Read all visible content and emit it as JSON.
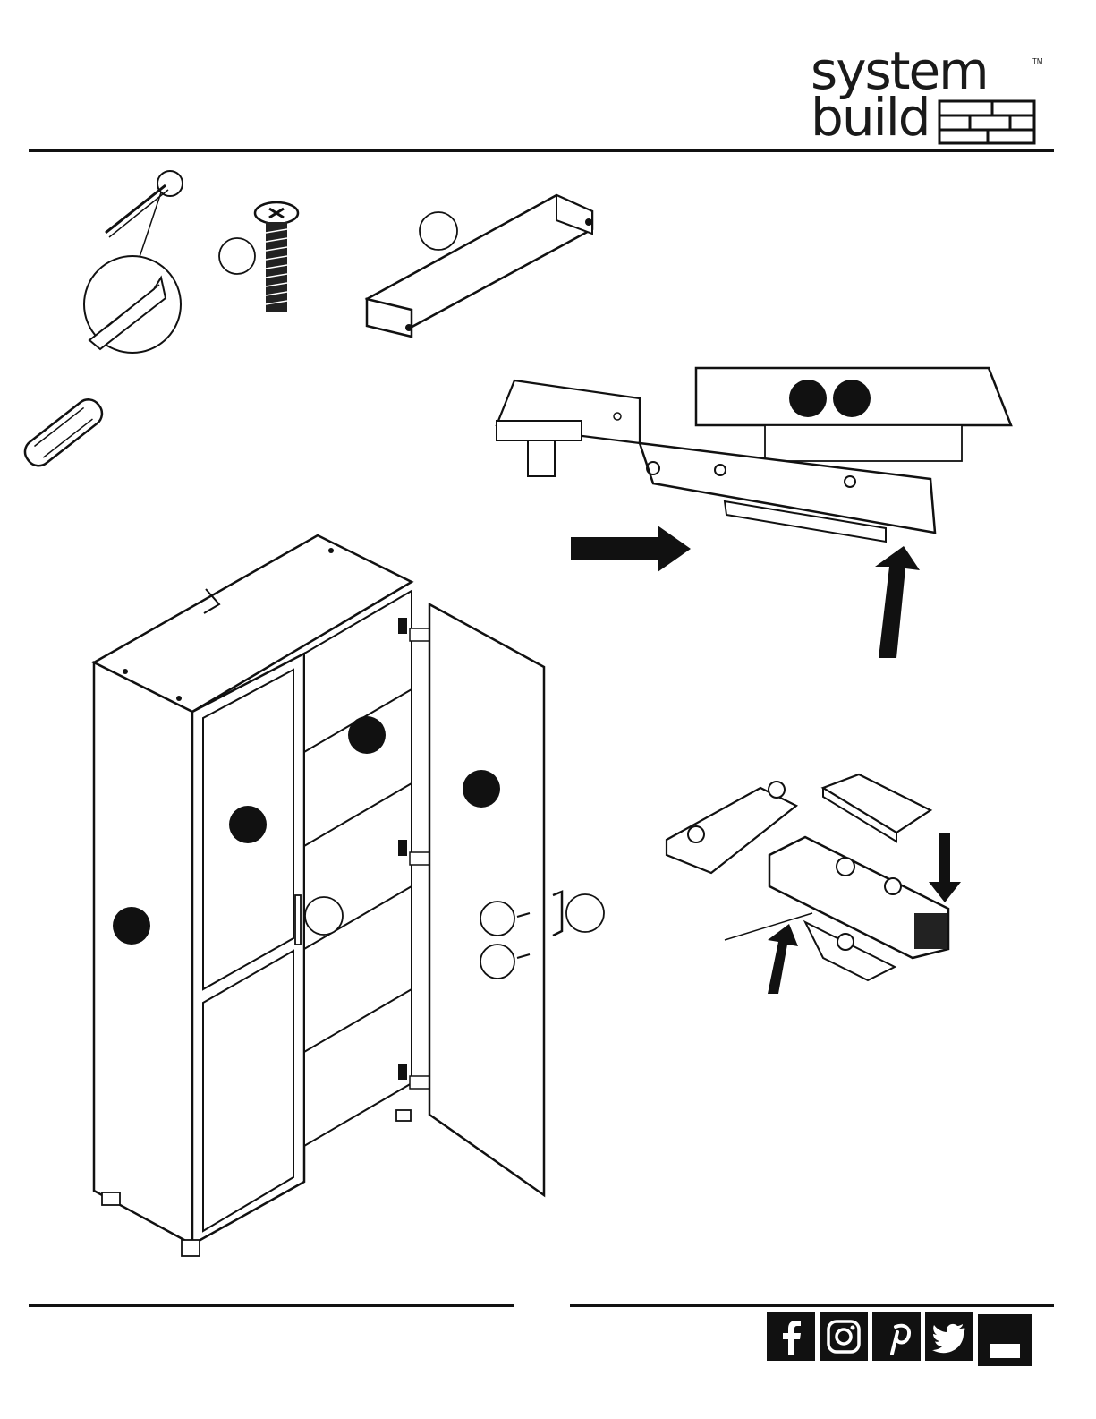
{
  "brand": {
    "line1": "system",
    "line2": "build",
    "trademark": "TM"
  },
  "callouts": {
    "screw": "",
    "handle": "",
    "hinge_part_a": "",
    "hinge_part_b": "",
    "cabinet_top": "",
    "shelf": "",
    "door_right": "",
    "door_left": "",
    "side_panel": "",
    "handle_on_door": "",
    "screw_on_door_1": "",
    "screw_on_door_2": "",
    "handle_on_cabinet": ""
  },
  "social_icons": [
    "facebook-icon",
    "instagram-icon",
    "pinterest-icon",
    "twitter-icon",
    "youtube-icon"
  ],
  "colors": {
    "ink": "#111111",
    "paper": "#ffffff"
  }
}
